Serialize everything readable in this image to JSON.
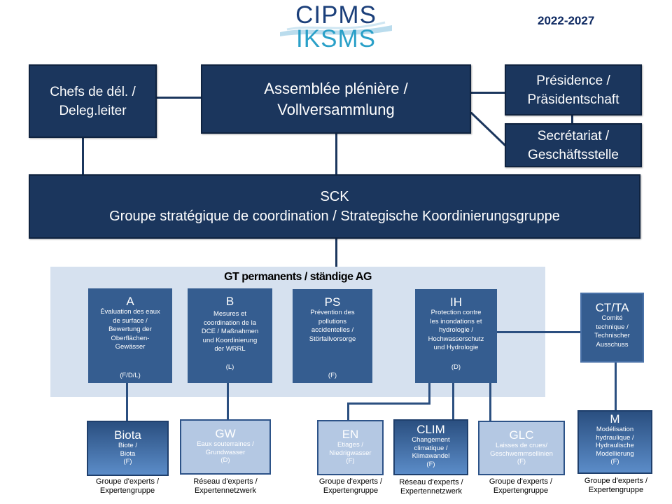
{
  "logo": {
    "top_text": "CIPMS",
    "bottom_text": "IKSMS",
    "top_color": "#1b3f7a",
    "bottom_color": "#2aa0c8"
  },
  "period": "2022-2027",
  "top_level": {
    "chefs": {
      "line1": "Chefs de dél. /",
      "line2": "Deleg.leiter"
    },
    "assembly": {
      "line1": "Assemblée plénière /",
      "line2": "Vollversammlung"
    },
    "presidency": {
      "line1": "Présidence /",
      "line2": "Präsidentschaft"
    },
    "secretariat": {
      "line1": "Secrétariat /",
      "line2": "Geschäftsstelle"
    }
  },
  "sck": {
    "code": "SCK",
    "name": "Groupe stratégique de coordination / Strategische Koordinierungsgruppe"
  },
  "gt_panel": {
    "title": "GT permanents / ständige AG",
    "groups": [
      {
        "code": "A",
        "desc": [
          "Évaluation des eaux",
          "de surface /",
          "Bewertung der",
          "Oberflächen-",
          "Gewässer"
        ],
        "lang": "(F/D/L)"
      },
      {
        "code": "B",
        "desc": [
          "Mesures et",
          "coordination de la",
          "DCE  / Maßnahmen",
          "und Koordinierung",
          "der WRRL"
        ],
        "lang": "(L)"
      },
      {
        "code": "PS",
        "desc": [
          "Prévention des",
          "pollutions",
          "accidentelles /",
          "Störfallvorsorge"
        ],
        "lang": "(F)"
      },
      {
        "code": "IH",
        "desc": [
          "Protection contre",
          "les inondations et",
          "hydrologie /",
          "Hochwasserschutz",
          "und Hydrologie"
        ],
        "lang": "(D)"
      }
    ]
  },
  "ctta": {
    "code": "CT/TA",
    "desc": [
      "Comité",
      "technique /",
      "Technischer",
      "Ausschuss"
    ]
  },
  "expert_groups": [
    {
      "code": "Biota",
      "desc": [
        "Biote /",
        "Biota",
        "(F)"
      ],
      "caption": [
        "Groupe d'experts /",
        "Expertengruppe"
      ]
    },
    {
      "code": "GW",
      "desc": [
        "Eaux souterraines /",
        "Grundwasser",
        "(D)"
      ],
      "caption": [
        "Réseau d'experts /",
        "Expertennetzwerk"
      ]
    },
    {
      "code": "EN",
      "desc": [
        "Etiages /",
        "Niedrigwasser",
        "(F)"
      ],
      "caption": [
        "Groupe d'experts /",
        "Expertengruppe"
      ]
    },
    {
      "code": "CLIM",
      "desc": [
        "Changement",
        "climatique /",
        "Klimawandel",
        "(F)"
      ],
      "caption": [
        "Réseau d'experts /",
        "Expertennetzwerk"
      ]
    },
    {
      "code": "GLC",
      "desc": [
        "Laisses de crues/",
        "Geschwemmsellinien",
        "(F)"
      ],
      "caption": [
        "Groupe d'experts  /",
        "Expertengruppe"
      ]
    },
    {
      "code": "M",
      "desc": [
        "Modélisation",
        "hydraulique /",
        "Hydraulische",
        "Modellierung",
        "(F)"
      ],
      "caption": [
        "Groupe d'experts /",
        "Expertengruppe"
      ]
    }
  ]
}
